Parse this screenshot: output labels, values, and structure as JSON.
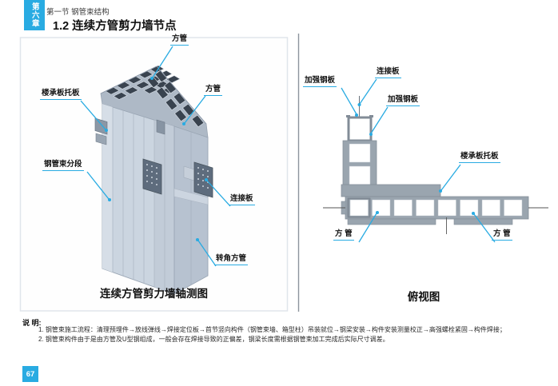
{
  "page": {
    "chapter_badge": "第六章",
    "section_header": "第一节 钢管束结构",
    "title": "1.2 连续方管剪力墙节点",
    "page_number": "67"
  },
  "colors": {
    "accent": "#29ABE2",
    "steel_gray_2d": "#9AA5AF",
    "steel_frame_2d": "#848E99",
    "steel_light_3d": "#CBD5E0",
    "steel_mid_3d": "#B7C2D0",
    "tube_opening_dark": "#39434F",
    "plate_dark": "#5E6C7D",
    "divider_gray": "#8D949D"
  },
  "left_figure": {
    "caption": "连续方管剪力墙轴测图",
    "labels": [
      {
        "text": "方管"
      },
      {
        "text": "楼承板托板"
      },
      {
        "text": "方管"
      },
      {
        "text": "钢管束分段"
      },
      {
        "text": "连接板"
      },
      {
        "text": "转角方管"
      }
    ]
  },
  "right_figure": {
    "caption": "俯视图",
    "labels": [
      {
        "text": "加强钢板"
      },
      {
        "text": "连接板"
      },
      {
        "text": "加强钢板"
      },
      {
        "text": "楼承板托板"
      },
      {
        "text": "方 管"
      },
      {
        "text": "方 管"
      }
    ]
  },
  "notes": {
    "heading": "说 明:",
    "items": [
      "1. 钢管束施工流程：清理预埋件→放线弹线→焊接定位板→首节竖向构件（钢管束墙、箱型柱）吊装就位→钢梁安装→构件安装测量校正→高强螺栓紧固→构件焊接；",
      "2. 钢管束构件由于是由方管及U型钢组成，一般会存在焊接导致的正偏差，钢梁长度需根据钢管束加工完成后实际尺寸调差。"
    ]
  }
}
